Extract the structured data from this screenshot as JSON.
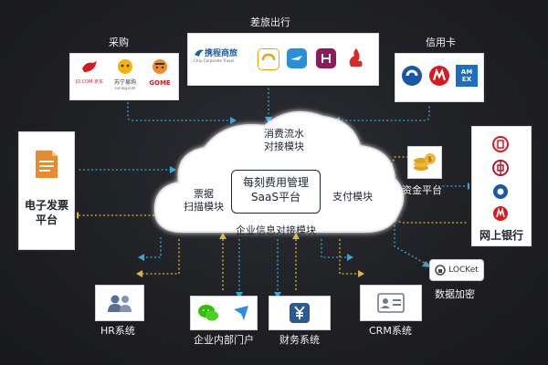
{
  "top": {
    "travel_label": "差旅出行",
    "purchase_label": "采购",
    "credit_label": "信用卡",
    "purchase_logos": {
      "jd": "JD.COM 京东",
      "suning": "苏宁易购",
      "suning_sub": "suning.com",
      "gome": "GOME"
    },
    "travel_logos": {
      "ctrip": "携程商旅",
      "ctrip_sub": "Ctrip Corporate Travel"
    },
    "credit_logos": {
      "amex": "AM EX"
    }
  },
  "cloud": {
    "title_line1": "每刻费用管理",
    "title_line2": "SaaS平台",
    "module_top_line1": "消费流水",
    "module_top_line2": "对接模块",
    "module_left_line1": "票据",
    "module_left_line2": "扫描模块",
    "module_right": "支付模块",
    "module_bottom": "企业信息对接模块"
  },
  "left": {
    "einvoice_line1": "电子发票",
    "einvoice_line2": "平台"
  },
  "right": {
    "fund_label": "资金平台",
    "bank_label": "网上银行",
    "encrypt_label": "数据加密",
    "locket": "LOCKet"
  },
  "bottom": {
    "hr": "HR系统",
    "portal": "企业内部门户",
    "finance": "财务系统",
    "crm": "CRM系统"
  },
  "colors": {
    "cyan_line": "#37a6d6",
    "yellow_line": "#e3b533",
    "background": "#1f2024"
  }
}
